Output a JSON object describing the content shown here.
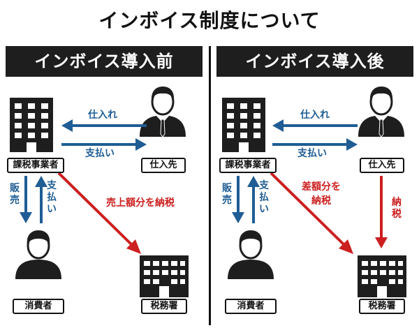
{
  "title": "インボイス制度について",
  "panels": [
    {
      "header": "インボイス導入前",
      "labels": {
        "business": "課税事業者",
        "supplier": "仕入先",
        "consumer": "消費者",
        "tax_office": "税務署"
      },
      "flows": {
        "purchase": "仕入れ",
        "payment_to_supplier": "支払い",
        "sales": "販売",
        "payment_from_consumer": "支払い",
        "tax": "売上額分を納税"
      }
    },
    {
      "header": "インボイス導入後",
      "labels": {
        "business": "課税事業者",
        "supplier": "仕入先",
        "consumer": "消費者",
        "tax_office": "税務署"
      },
      "flows": {
        "purchase": "仕入れ",
        "payment_to_supplier": "支払い",
        "sales": "販売",
        "payment_from_consumer": "支払い",
        "tax_line1": "差額分を",
        "tax_line2": "納税",
        "supplier_tax": "納税"
      }
    }
  ],
  "colors": {
    "blue": "#1f5d94",
    "red": "#cc1f1f",
    "dark": "#1e1e1e"
  }
}
